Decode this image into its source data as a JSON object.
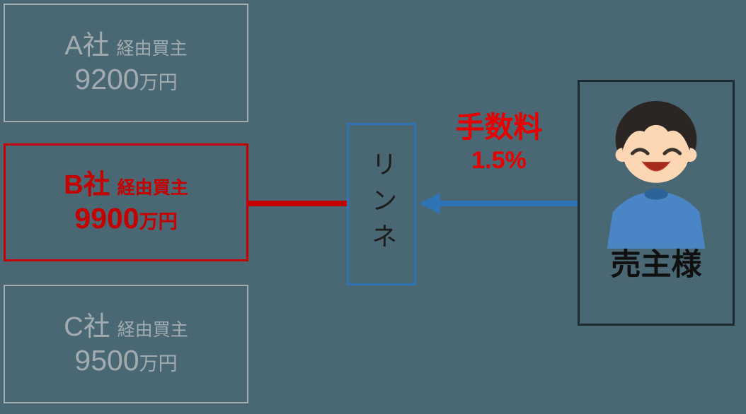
{
  "page": {
    "background": "#4a6874"
  },
  "companies": [
    {
      "name": "A社",
      "role": "経由買主",
      "price": "9200",
      "unit": "万円",
      "highlight": false
    },
    {
      "name": "B社",
      "role": "経由買主",
      "price": "9900",
      "unit": "万円",
      "highlight": true
    },
    {
      "name": "C社",
      "role": "経由買主",
      "price": "9500",
      "unit": "万円",
      "highlight": false
    }
  ],
  "broker": {
    "label": "リンネ"
  },
  "seller": {
    "label": "売主様"
  },
  "fee": {
    "title": "手数料",
    "rate": "1.5%"
  },
  "icons": {
    "seller_person": "smiling-man-blue-shirt-icon"
  },
  "colors": {
    "background": "#4a6874",
    "gray_box": "#a2acb0",
    "highlight_red": "#c40000",
    "fee_red": "#e60000",
    "broker_blue": "#2e74b5",
    "seller_border": "#1d2b33"
  }
}
